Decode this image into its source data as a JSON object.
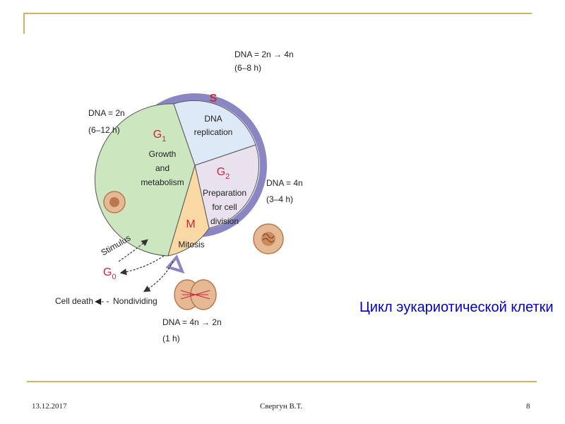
{
  "slide": {
    "caption": "Цикл эукариотической клетки",
    "footer_date": "13.12.2017",
    "footer_author": "Свергун В.Т.",
    "footer_page": "8"
  },
  "diagram": {
    "phases": {
      "s": {
        "title": "S",
        "line1": "DNA",
        "line2": "replication"
      },
      "g1": {
        "title": "G",
        "sub": "1",
        "line1": "Growth",
        "line2": "and",
        "line3": "metabolism"
      },
      "g2": {
        "title": "G",
        "sub": "2",
        "line1": "Preparation",
        "line2": "for cell",
        "line3": "division"
      },
      "m": {
        "title": "M",
        "line1": "Mitosis"
      }
    },
    "notes": {
      "s_dna": "DNA = 2n → 4n",
      "s_time": "(6–8 h)",
      "g1_dna": "DNA = 2n",
      "g1_time": "(6–12 h)",
      "g2_dna": "DNA = 4n",
      "g2_time": "(3–4 h)",
      "m_dna": "DNA = 4n → 2n",
      "m_time": "(1 h)"
    },
    "g0": {
      "title": "G",
      "sub": "0"
    },
    "stimulus": "Stimulus",
    "cell_death": "Cell death",
    "nondividing": "Nondividing",
    "colors": {
      "ring": "#8a86c4",
      "g1": "#cce6c0",
      "s": "#dde9f6",
      "g2": "#e9e2ee",
      "m": "#fbd9a4",
      "phase_title": "#c8283c",
      "cell": "#e6b995",
      "nucleus": "#b9784d"
    }
  }
}
